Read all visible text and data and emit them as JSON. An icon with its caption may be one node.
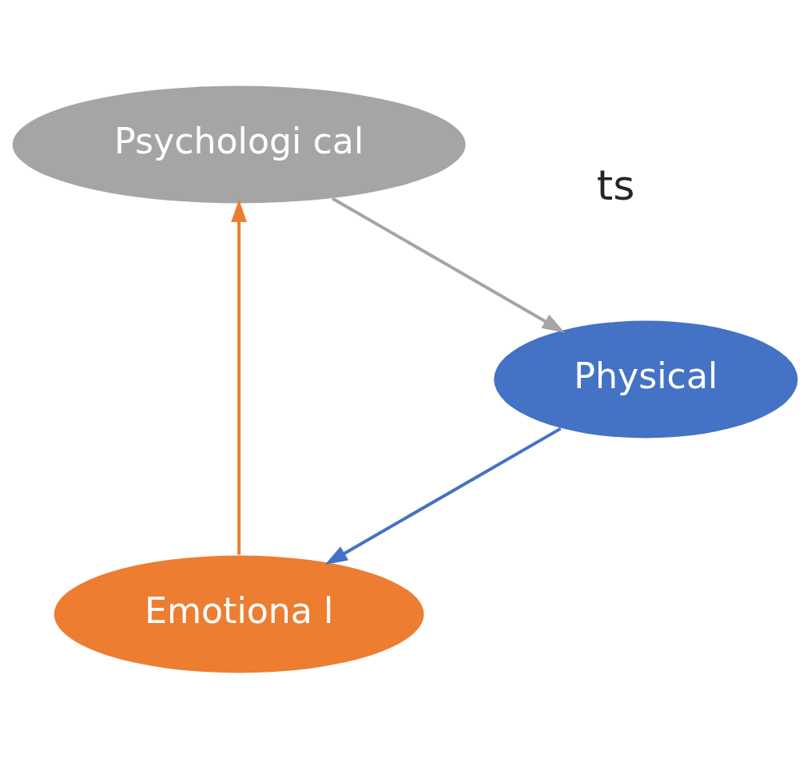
{
  "diagram": {
    "nodes": [
      {
        "text": [
          "Emotiona l"
        ]
      },
      {
        "text": [
          "Psychologi cal"
        ]
      },
      {
        "text": [
          "Physical"
        ]
      }
    ],
    "edges": [
      {
        "from": 0,
        "to": 1,
        "arrow": "to",
        "color": "#ed7d31"
      },
      {
        "from": 1,
        "to": 2,
        "arrow": "to",
        "color": "#a5a5a5"
      },
      {
        "from": 2,
        "to": 0,
        "arrow": "to",
        "color": "#4472c4"
      }
    ],
    "labels": [
      "ts"
    ]
  }
}
